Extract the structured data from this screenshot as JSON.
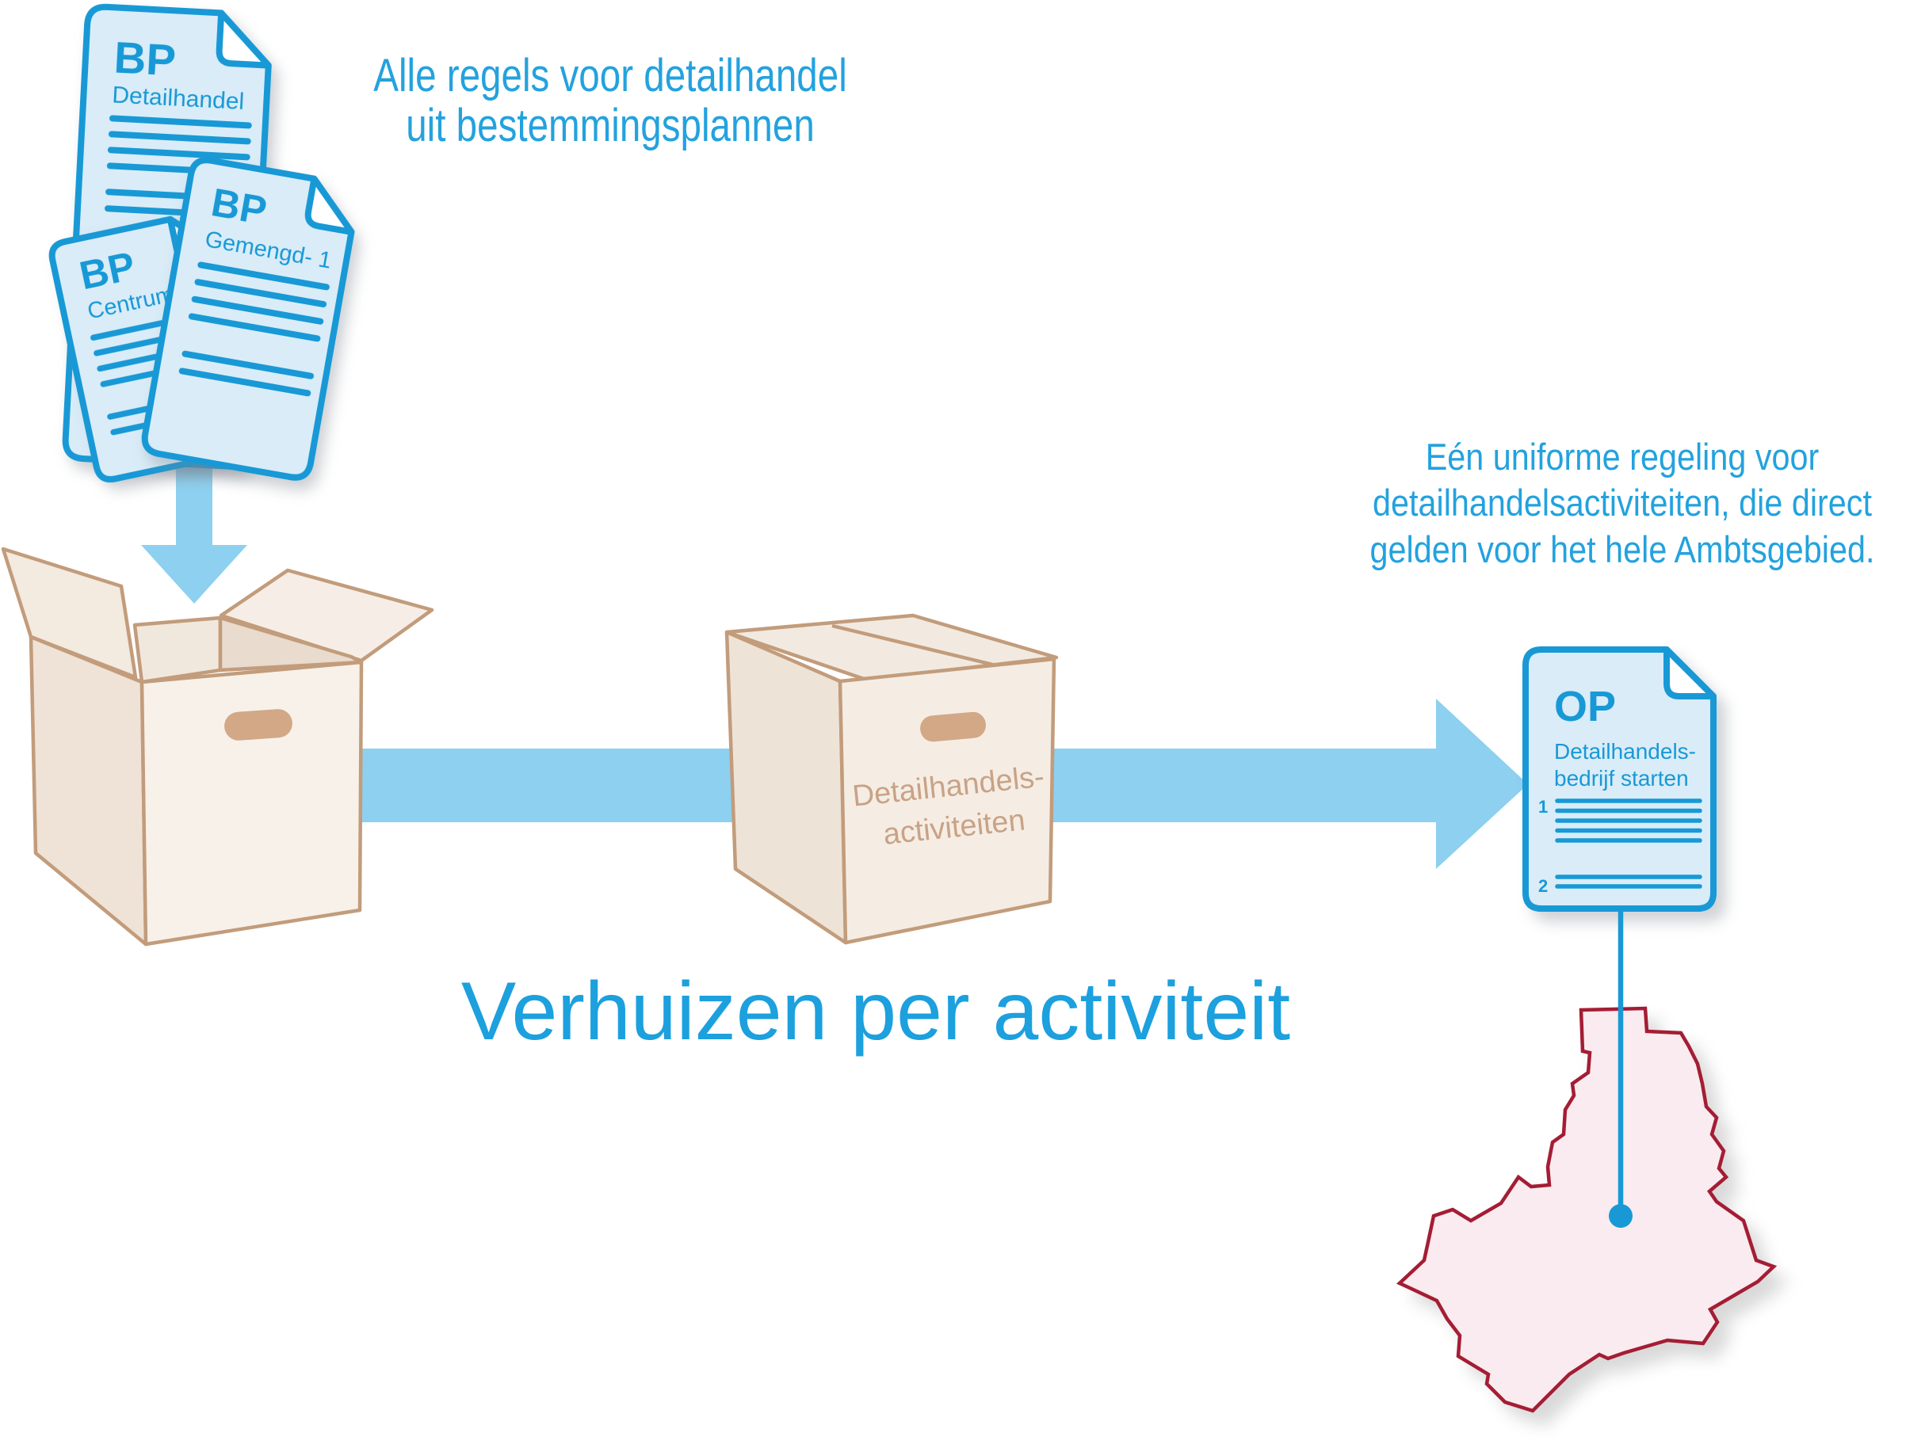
{
  "title": "Verhuizen per activiteit",
  "notes": {
    "top": {
      "line1": "Alle regels voor detailhandel",
      "line2": "uit bestemmingsplannen"
    },
    "right": {
      "line1": "Eén uniforme regeling voor",
      "line2": "detailhandelsactiviteiten, die direct",
      "line3": "gelden voor het hele Ambtsgebied."
    }
  },
  "bp_documents": [
    {
      "badge": "BP",
      "subtitle": "Detailhandel"
    },
    {
      "badge": "BP",
      "subtitle": "Gemengd- 1"
    },
    {
      "badge": "BP",
      "subtitle": "Centrum"
    }
  ],
  "op_document": {
    "badge": "OP",
    "subtitle_line1": "Detailhandels-",
    "subtitle_line2": "bedrijf starten",
    "section1": "1",
    "section2": "2"
  },
  "moving_box": {
    "label_line1": "Detailhandels-",
    "label_line2": "activiteiten"
  },
  "colors": {
    "document_blue": "#1899D6",
    "document_fill": "#D9ECF8",
    "text_blue": "#23A2DE",
    "title_blue": "#1CA0DE",
    "arrow_blue": "#8DD0F0",
    "carton_outline": "#C29C7B",
    "carton_front": "#F8F1EA",
    "carton_label": "#C9A285",
    "map_outline": "#A41D34",
    "map_fill": "#F9EBEF"
  }
}
